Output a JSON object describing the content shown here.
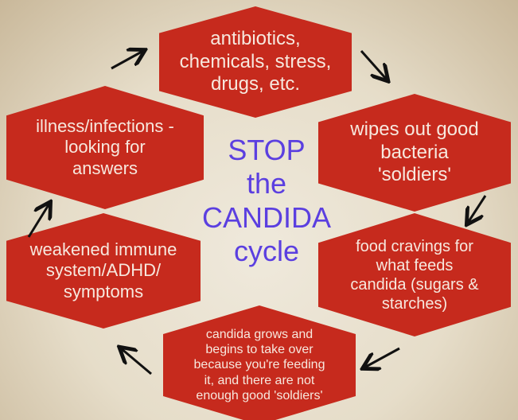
{
  "steps": [
    "antibiotics,\nchemicals, stress,\ndrugs, etc.",
    "wipes out good\nbacteria\n'soldiers'",
    "food cravings for\nwhat feeds\ncandida (sugars &\nstarches)",
    "candida grows and\nbegins to take over\nbecause you're feeding\nit, and there are not\nenough good 'soldiers'",
    "weakened immune\nsystem/ADHD/\nsymptoms",
    "illness/infections -\nlooking for\nanswers"
  ],
  "center_title": "STOP\nthe\nCANDIDA\ncycle",
  "colors": {
    "hex": "#c62a1d",
    "text": "#f7e8de",
    "title": "#5b3fe0"
  }
}
